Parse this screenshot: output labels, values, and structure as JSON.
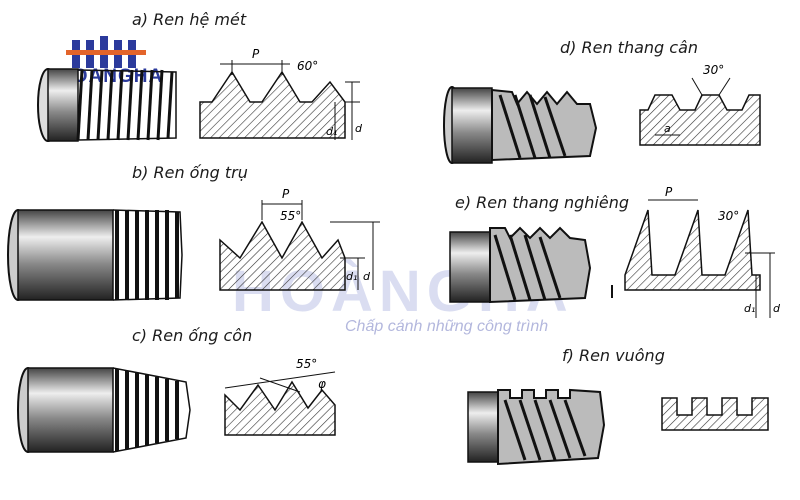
{
  "labels": {
    "a": "a) Ren hệ mét",
    "b": "b) Ren ống trụ",
    "c": "c) Ren ống côn",
    "d": "d) Ren thang cân",
    "e": "e) Ren thang nghiêng",
    "f": "f) Ren vuông"
  },
  "dims": {
    "a": {
      "pitch": "P",
      "angle": "60°",
      "d1": "d₁",
      "d": "d"
    },
    "b": {
      "pitch": "P",
      "angle": "55°",
      "d1": "d₁",
      "d": "d"
    },
    "c": {
      "angle": "55°",
      "phi": "φ"
    },
    "d": {
      "angle": "30°",
      "a": "a"
    },
    "e": {
      "pitch": "P",
      "angle": "30°",
      "d1": "d₁",
      "d": "d"
    }
  },
  "watermark": {
    "brand": "HOANGHA",
    "brand_big": "HOÀNGHA",
    "tagline": "Chấp cánh những công trình"
  },
  "colors": {
    "ink": "#1c1c1c",
    "hatch": "#333333",
    "logo": "#2b3a9c",
    "logo_accent": "#e3642a"
  }
}
